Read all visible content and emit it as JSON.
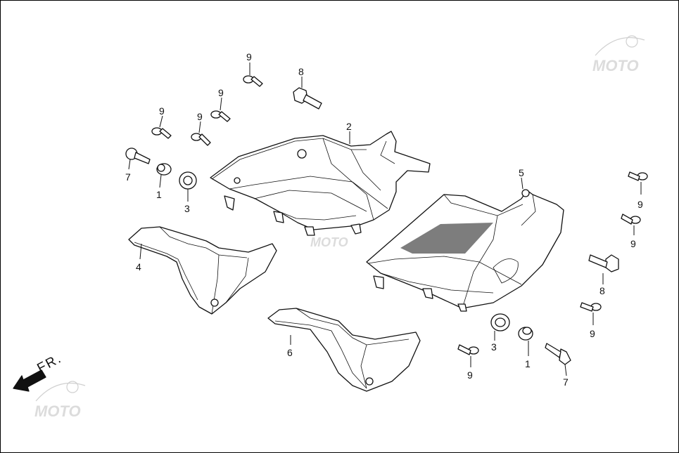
{
  "direction_label": "FR.",
  "watermarks": [
    "MOTO",
    "MOTO",
    "MOTO"
  ],
  "callouts": [
    "9",
    "8",
    "9",
    "9",
    "9",
    "2",
    "7",
    "1",
    "3",
    "5",
    "9",
    "9",
    "4",
    "8",
    "9",
    "6",
    "3",
    "1",
    "7",
    "9"
  ],
  "colors": {
    "line": "#111111",
    "watermark": "#d0d0d0",
    "background": "#ffffff"
  }
}
